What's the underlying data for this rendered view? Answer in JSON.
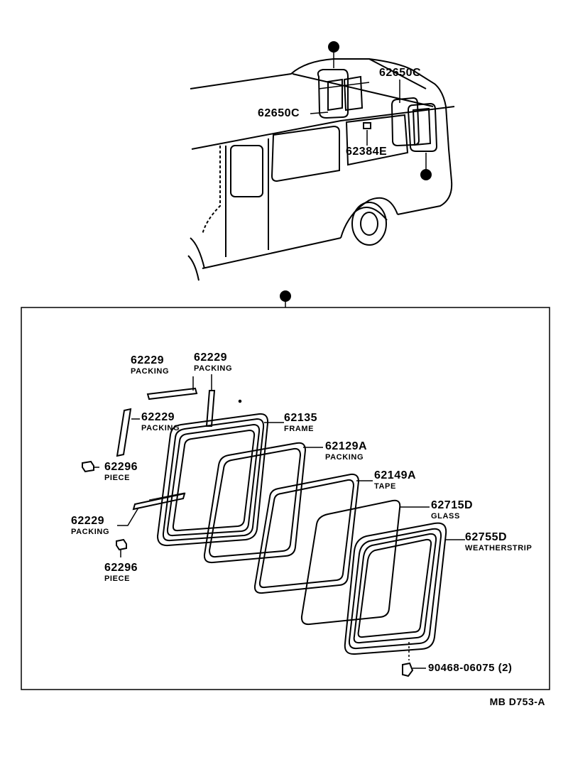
{
  "van_callouts": [
    {
      "id": "top",
      "part_no": "62650C"
    },
    {
      "id": "left",
      "part_no": "62650C"
    },
    {
      "id": "clip",
      "part_no": "62384E"
    }
  ],
  "parts": [
    {
      "key": "packing_a",
      "part_no": "62229",
      "name": "PACKING"
    },
    {
      "key": "packing_b",
      "part_no": "62229",
      "name": "PACKING"
    },
    {
      "key": "packing_c",
      "part_no": "62229",
      "name": "PACKING"
    },
    {
      "key": "frame",
      "part_no": "62135",
      "name": "FRAME"
    },
    {
      "key": "packing_frame",
      "part_no": "62129A",
      "name": "PACKING"
    },
    {
      "key": "piece_a",
      "part_no": "62296",
      "name": "PIECE"
    },
    {
      "key": "tape",
      "part_no": "62149A",
      "name": "TAPE"
    },
    {
      "key": "glass",
      "part_no": "62715D",
      "name": "GLASS"
    },
    {
      "key": "packing_d",
      "part_no": "62229",
      "name": "PACKING"
    },
    {
      "key": "weatherstrip",
      "part_no": "62755D",
      "name": "WEATHERSTRIP"
    },
    {
      "key": "piece_b",
      "part_no": "62296",
      "name": "PIECE"
    },
    {
      "key": "clip",
      "part_no": "90468-06075 (2)",
      "name": ""
    }
  ],
  "footer": {
    "code": "MB D753-A"
  },
  "colors": {
    "ink": "#000000",
    "paper": "#ffffff"
  }
}
